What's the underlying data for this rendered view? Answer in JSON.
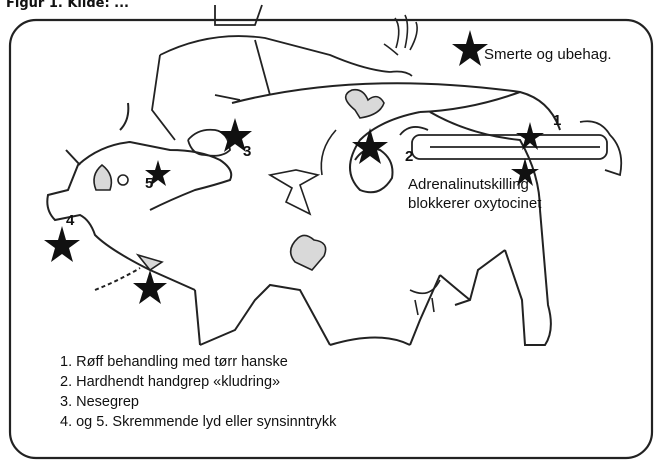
{
  "figure": {
    "title": "Figur 1. Kilde: ..."
  },
  "callouts": {
    "pain": "Smerte og ubehag.",
    "adrenaline_line1": "Adrenalinutskilling",
    "adrenaline_line2": "blokkerer oxytocinet"
  },
  "numbers": {
    "n1": "1",
    "n2": "2",
    "n3": "3",
    "n4": "4",
    "n5": "5"
  },
  "legend": [
    "1. Røff behandling med tørr hanske",
    "2. Hardhendt handgrep «kludring»",
    "3. Nesegrep",
    "4. og 5. Skremmende lyd eller synsinntrykk"
  ]
}
